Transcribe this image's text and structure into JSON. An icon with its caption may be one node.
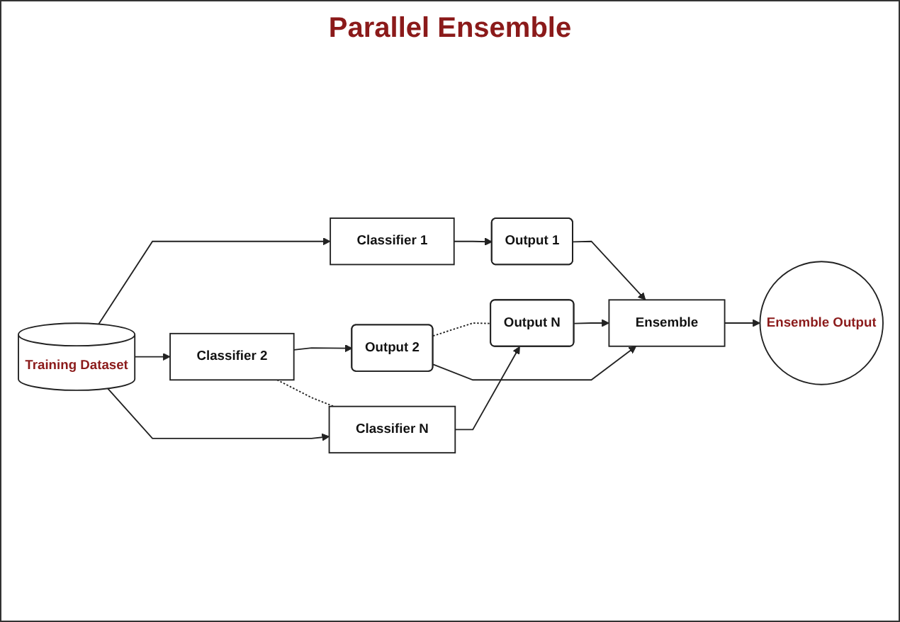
{
  "diagram": {
    "title": "Parallel Ensemble",
    "nodes": [
      {
        "text": [
          "Training Dataset"
        ]
      },
      {
        "text": [
          "Classifier 1"
        ]
      },
      {
        "text": [
          "Classifier 2"
        ]
      },
      {
        "text": [
          "Classifier N"
        ]
      },
      {
        "text": [
          "Output 1"
        ]
      },
      {
        "text": [
          "Output 2"
        ]
      },
      {
        "text": [
          "Output N"
        ]
      },
      {
        "text": [
          "Ensemble"
        ]
      },
      {
        "text": [
          "Ensemble Output"
        ]
      }
    ],
    "edges": [
      {
        "from": 0,
        "to": 1,
        "arrow": "to"
      },
      {
        "from": 0,
        "to": 2,
        "arrow": "to"
      },
      {
        "from": 0,
        "to": 3,
        "arrow": "to"
      },
      {
        "from": 1,
        "to": 4,
        "arrow": "to"
      },
      {
        "from": 2,
        "to": 5,
        "arrow": "to"
      },
      {
        "from": 3,
        "to": 6,
        "arrow": "to"
      },
      {
        "from": 2,
        "to": 3,
        "arrow": "none",
        "style": "dashed"
      },
      {
        "from": 5,
        "to": 6,
        "arrow": "none",
        "style": "dashed"
      },
      {
        "from": 4,
        "to": 7,
        "arrow": "to"
      },
      {
        "from": 5,
        "to": 7,
        "arrow": "to"
      },
      {
        "from": 6,
        "to": 7,
        "arrow": "to"
      },
      {
        "from": 7,
        "to": 8,
        "arrow": "to"
      }
    ]
  }
}
